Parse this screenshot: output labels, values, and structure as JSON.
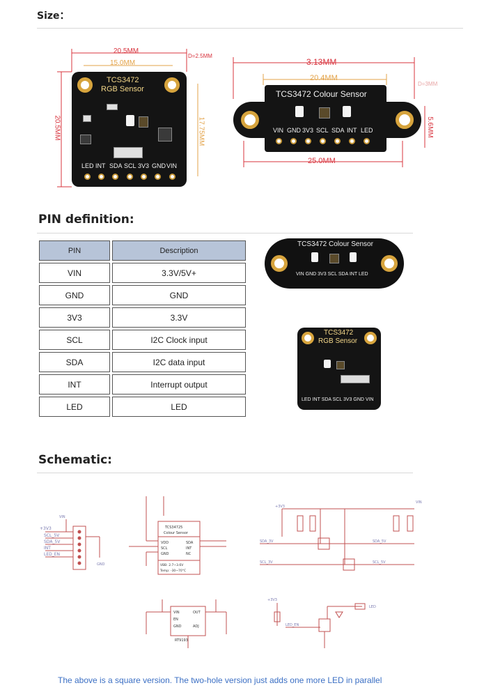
{
  "headings": {
    "size": "Size：",
    "pin": "PIN definition:",
    "schematic": "Schematic:"
  },
  "square_board": {
    "title_line1": "TCS3472",
    "title_line2": "RGB Sensor",
    "pins": [
      "LED",
      "INT",
      "SDA",
      "SCL",
      "3V3",
      "GND",
      "VIN"
    ],
    "dim_width": "20.5MM",
    "dim_hole_spacing": "15.0MM",
    "dim_hole_dia": "D=2.5MM",
    "dim_height": "20.5MM",
    "dim_hole_vert": "17.75MM"
  },
  "long_board": {
    "title": "TCS3472 Colour Sensor",
    "pins": [
      "VIN",
      "GND",
      "3V3",
      "SCL",
      "SDA",
      "INT",
      "LED"
    ],
    "dim_length": "3.13MM",
    "dim_inner": "20.4MM",
    "dim_hole_dia": "D=3MM",
    "dim_height": "5.6MM",
    "dim_pad_span": "25.0MM"
  },
  "pin_table": {
    "headers": [
      "PIN",
      "Description"
    ],
    "rows": [
      [
        "VIN",
        "3.3V/5V+"
      ],
      [
        "GND",
        "GND"
      ],
      [
        "3V3",
        "3.3V"
      ],
      [
        "SCL",
        "I2C Clock input"
      ],
      [
        "SDA",
        "I2C data input"
      ],
      [
        "INT",
        "Interrupt output"
      ],
      [
        "LED",
        "LED"
      ]
    ]
  },
  "schematic": {
    "header_labels": [
      "+3V3",
      "SCL_5V",
      "SDA_5V",
      "INT",
      "LED_EN",
      "GND",
      "VIN"
    ],
    "sensor_block": [
      "TCS34725",
      "Colour Sensor",
      "VDD",
      "SCL",
      "GND",
      "SDA",
      "INT",
      "NC",
      "VBB: 2.7~3.6V",
      "Temp: -30~70°C"
    ],
    "regulator": [
      "VIN",
      "OUT",
      "EN",
      "GND",
      "ADJ",
      "RT9193"
    ],
    "level_shift": [
      "+3V3",
      "VIN",
      "SDA_3V",
      "SDA_5V",
      "SCL_3V",
      "SCL_5V"
    ],
    "led_driver": [
      "+3V3",
      "LED_EN",
      "LED"
    ]
  },
  "footnote": "The above is a square version. The two-hole version just adds one more LED in parallel"
}
